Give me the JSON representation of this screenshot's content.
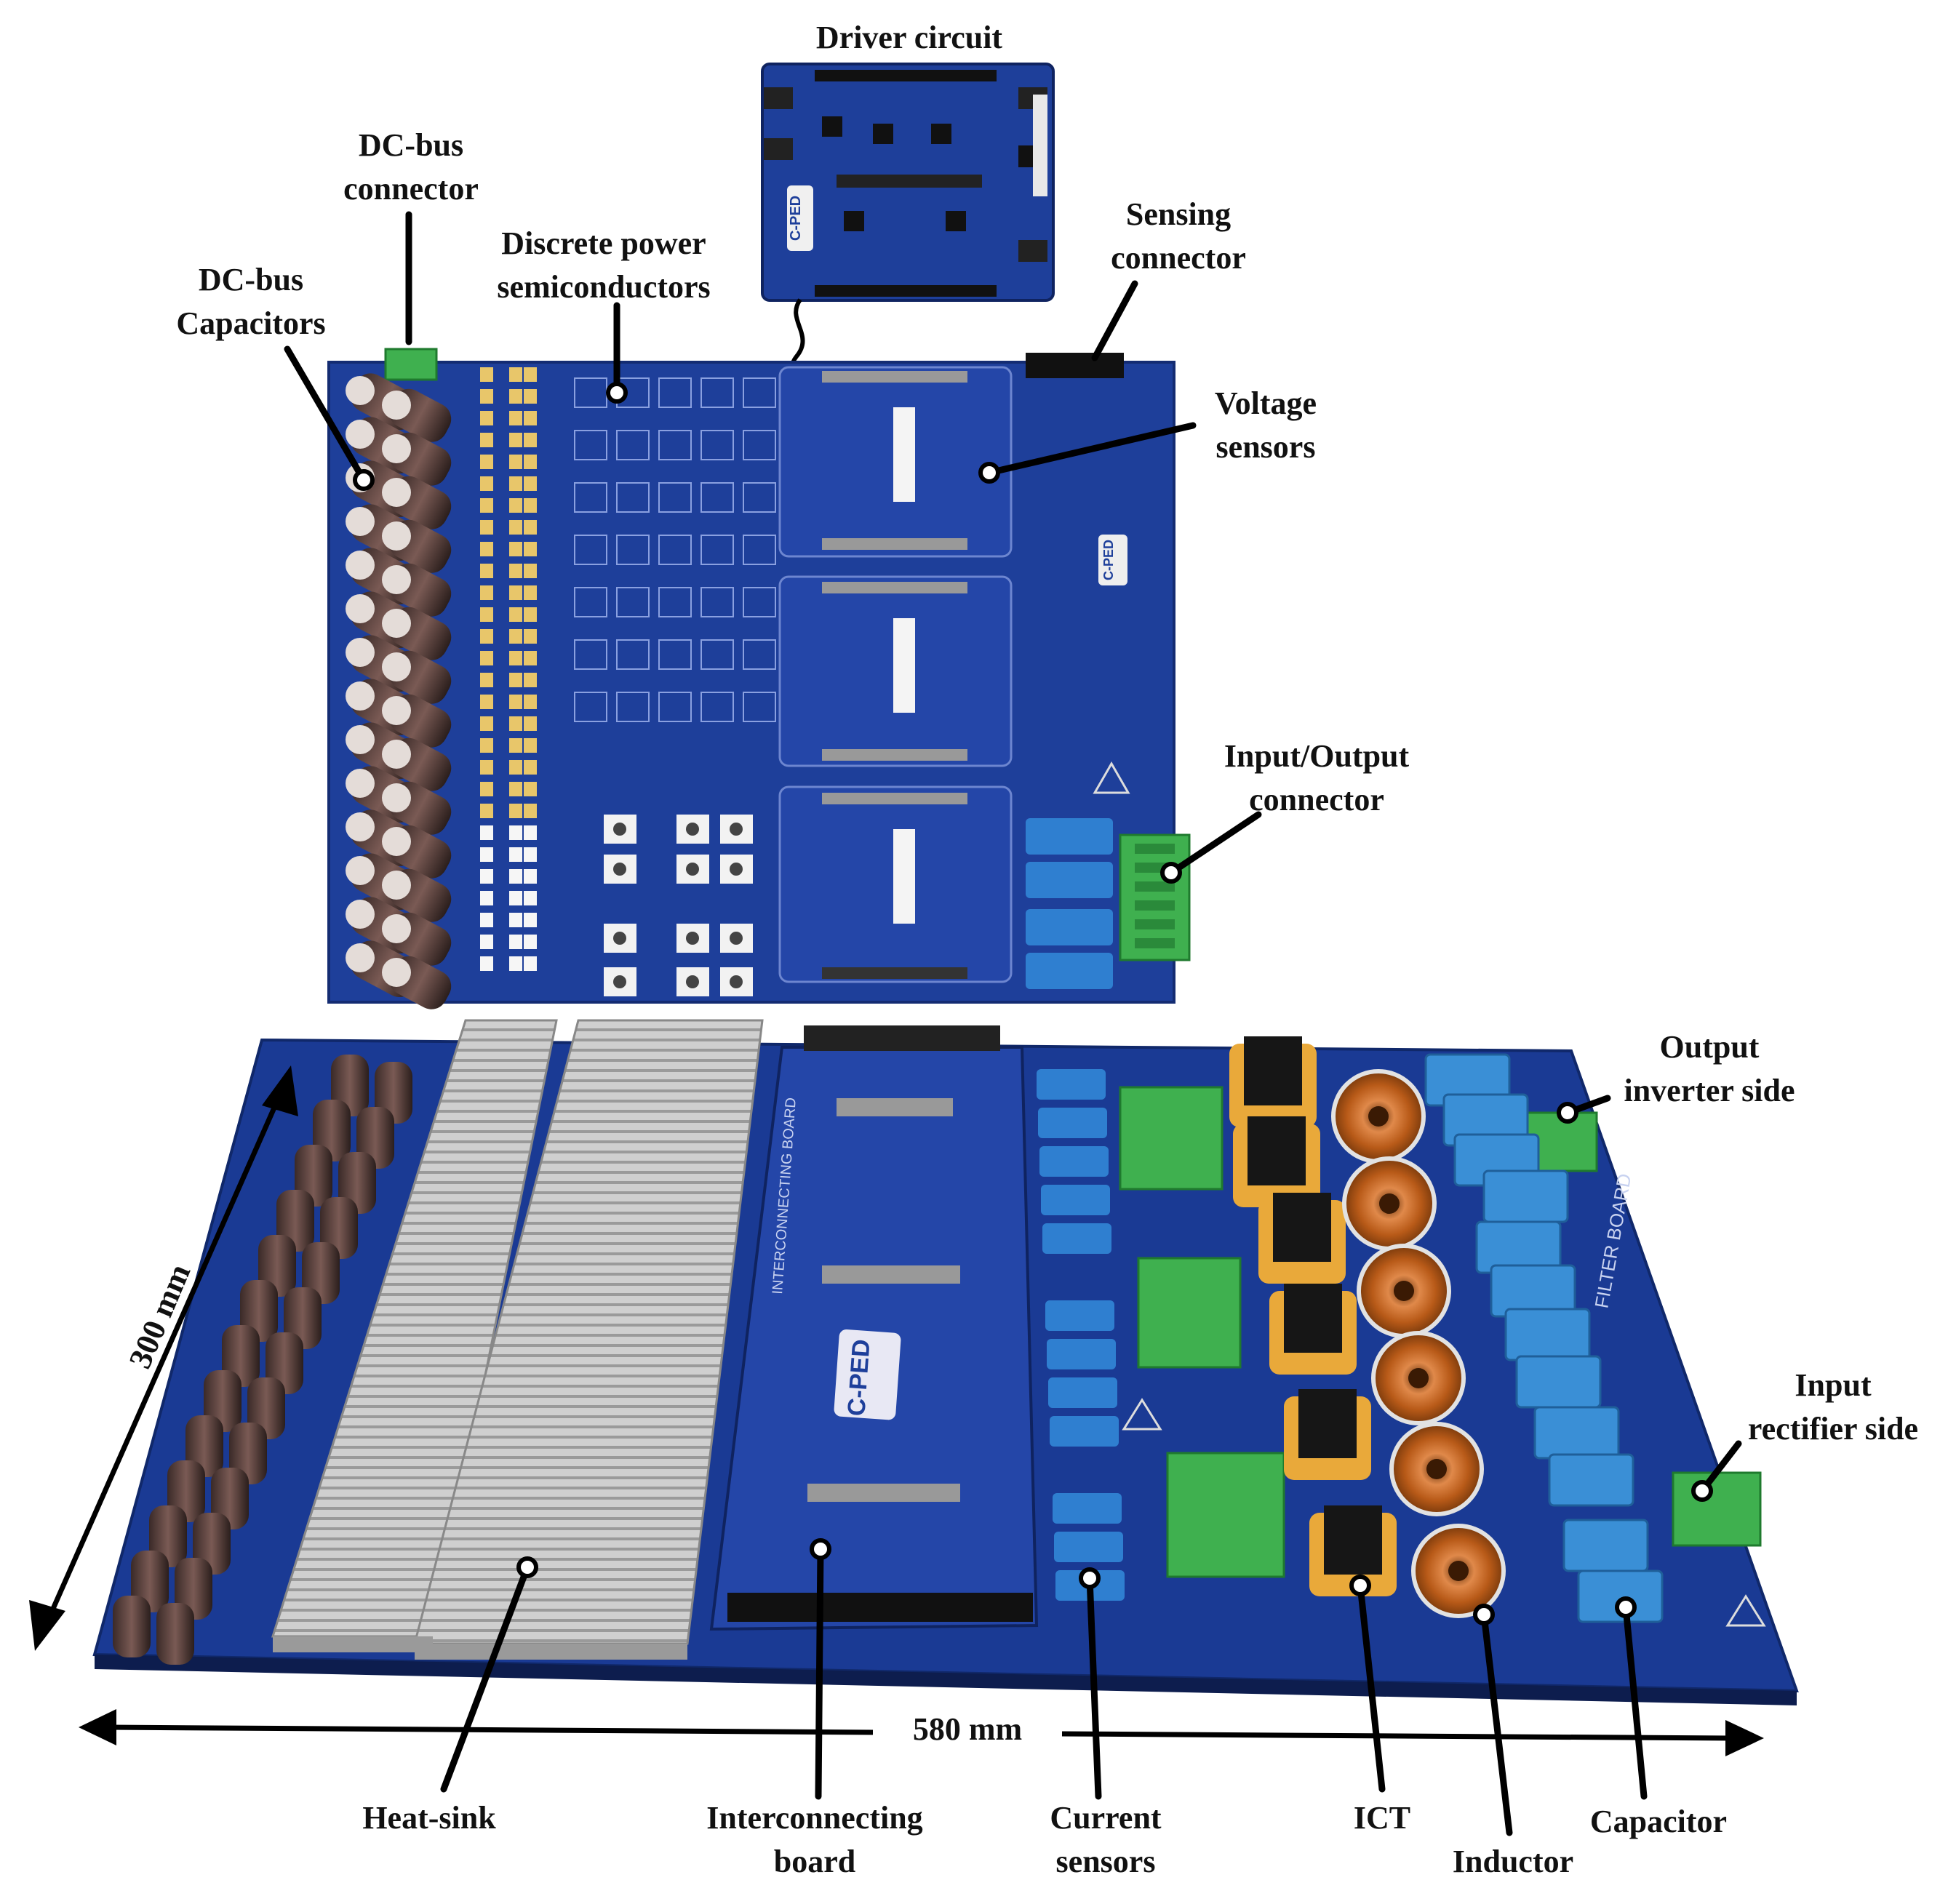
{
  "labels": {
    "driver_circuit": [
      "Driver circuit"
    ],
    "dc_bus_connector": [
      "DC-bus",
      "connector"
    ],
    "dc_bus_capacitors": [
      "DC-bus",
      "Capacitors"
    ],
    "discrete_power_semiconductors": [
      "Discrete power",
      "semiconductors"
    ],
    "sensing_connector": [
      "Sensing",
      "connector"
    ],
    "voltage_sensors": [
      "Voltage",
      "sensors"
    ],
    "input_output_connector": [
      "Input/Output",
      "connector"
    ],
    "output_inverter_side": [
      "Output",
      "inverter side"
    ],
    "input_rectifier_side": [
      "Input",
      "rectifier side"
    ],
    "dim_300": [
      "300 mm"
    ],
    "dim_580": [
      "580 mm"
    ],
    "heat_sink": [
      "Heat-sink"
    ],
    "interconnecting_board": [
      "Interconnecting",
      "board"
    ],
    "current_sensors": [
      "Current",
      "sensors"
    ],
    "ict": [
      "ICT"
    ],
    "inductor": [
      "Inductor"
    ],
    "capacitor": [
      "Capacitor"
    ]
  },
  "board_text": {
    "logo": "C-PED",
    "interconnecting": "INTERCONNECTING BOARD",
    "filter": "FILTER BOARD"
  },
  "colors": {
    "pcb": "#1e3f9a",
    "pcb_dark": "#14296e",
    "heatsink": "#c8c8c8",
    "connector": "#3fb04f",
    "sensor": "#2f7fd0",
    "copper": "#c86a1e"
  }
}
